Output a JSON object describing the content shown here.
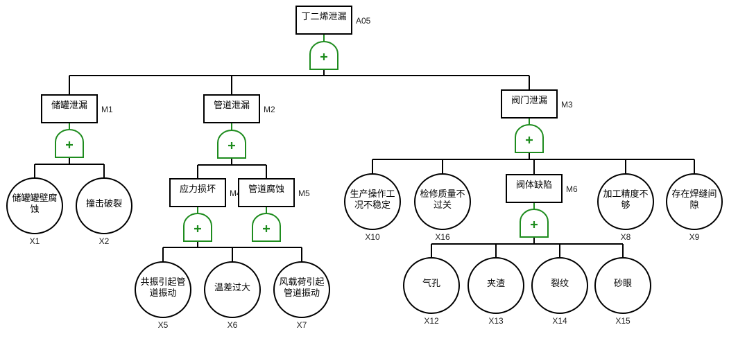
{
  "diagram": {
    "type": "fault-tree",
    "gate_symbol": "+",
    "gate_type": "OR",
    "colors": {
      "gate": "#1e8c1e",
      "line": "#000000",
      "code_text": "#222222"
    },
    "top_event": {
      "id": "A05",
      "label": "丁二烯泄漏"
    },
    "intermediate_events": [
      {
        "id": "M1",
        "label": "储罐泄漏"
      },
      {
        "id": "M2",
        "label": "管道泄漏"
      },
      {
        "id": "M3",
        "label": "阀门泄漏"
      },
      {
        "id": "M4",
        "label": "应力损坏"
      },
      {
        "id": "M5",
        "label": "管道腐蚀"
      },
      {
        "id": "M6",
        "label": "阀体缺陷"
      }
    ],
    "basic_events": [
      {
        "id": "X1",
        "label": [
          "储罐罐壁腐",
          "蚀"
        ]
      },
      {
        "id": "X2",
        "label": [
          "撞击破裂"
        ]
      },
      {
        "id": "X5",
        "label": [
          "共振引起管",
          "道振动"
        ]
      },
      {
        "id": "X6",
        "label": [
          "温差过大"
        ]
      },
      {
        "id": "X7",
        "label": [
          "风载荷引起",
          "管道振动"
        ]
      },
      {
        "id": "X10",
        "label": [
          "生产操作工",
          "况不稳定"
        ]
      },
      {
        "id": "X16",
        "label": [
          "检修质量不",
          "过关"
        ]
      },
      {
        "id": "X8",
        "label": [
          "加工精度不",
          "够"
        ]
      },
      {
        "id": "X9",
        "label": [
          "存在焊缝间",
          "隙"
        ]
      },
      {
        "id": "X12",
        "label": [
          "气孔"
        ]
      },
      {
        "id": "X13",
        "label": [
          "夹渣"
        ]
      },
      {
        "id": "X14",
        "label": [
          "裂纹"
        ]
      },
      {
        "id": "X15",
        "label": [
          "砂眼"
        ]
      }
    ],
    "relations": [
      {
        "parent": "A05",
        "gate": "OR",
        "children": [
          "M1",
          "M2",
          "M3"
        ]
      },
      {
        "parent": "M1",
        "gate": "OR",
        "children": [
          "X1",
          "X2"
        ]
      },
      {
        "parent": "M2",
        "gate": "OR",
        "children": [
          "M4",
          "M5"
        ]
      },
      {
        "parent": "M4",
        "gate": "OR",
        "children": [
          "X5",
          "X6",
          "X7"
        ]
      },
      {
        "parent": "M5",
        "gate": "OR",
        "children": []
      },
      {
        "parent": "M3",
        "gate": "OR",
        "children": [
          "X10",
          "X16",
          "M6",
          "X8",
          "X9"
        ]
      },
      {
        "parent": "M6",
        "gate": "OR",
        "children": [
          "X12",
          "X13",
          "X14",
          "X15"
        ]
      }
    ]
  }
}
